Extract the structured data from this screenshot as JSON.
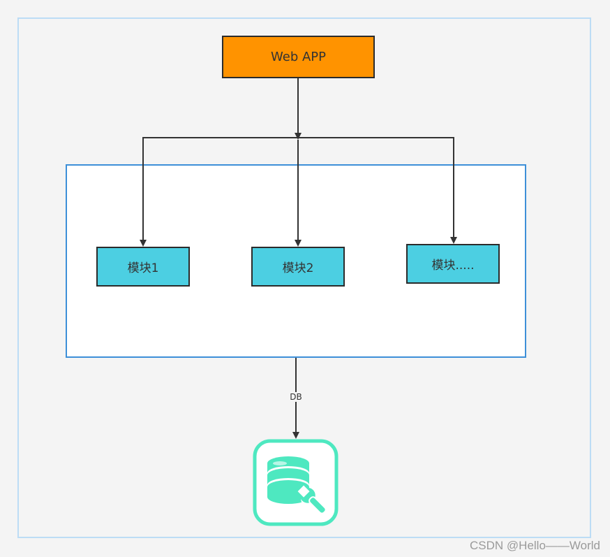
{
  "diagram": {
    "app_node": "Web APP",
    "modules": [
      "模块1",
      "模块2",
      "模块....."
    ],
    "edge_label": "DB",
    "db_icon": "database-wrench-icon",
    "colors": {
      "app_fill": "#ff9300",
      "module_fill": "#4ccfe2",
      "db_icon": "#4ee8c0",
      "container_border": "#3d8fd8",
      "outer_border": "#bcdcf5"
    }
  },
  "watermark": "CSDN @Hello——World"
}
